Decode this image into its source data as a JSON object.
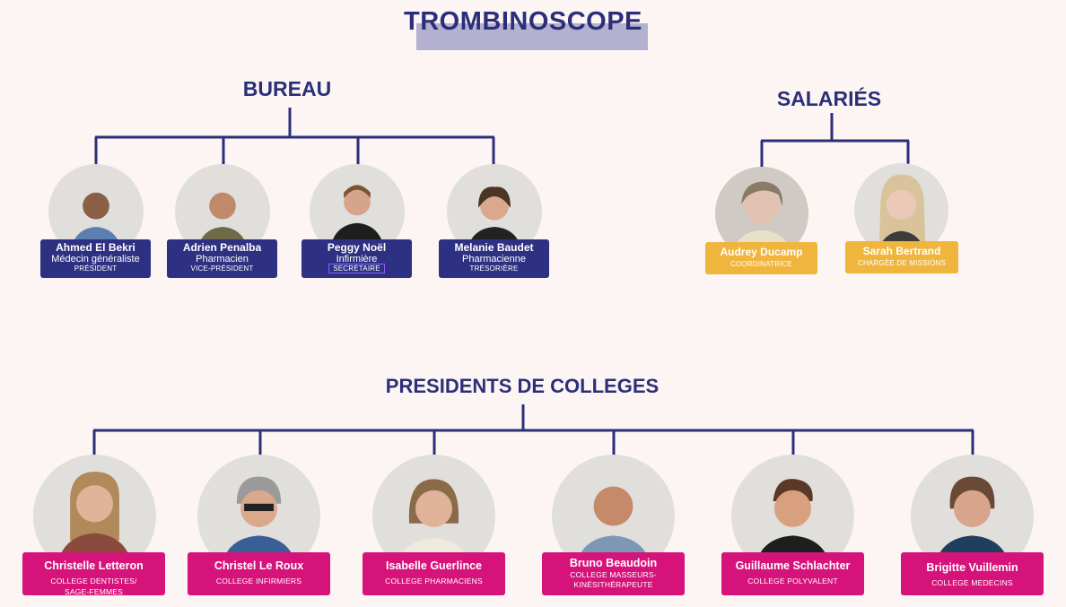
{
  "title": "TROMBINOSCOPE",
  "colors": {
    "navy": "#2b2f7a",
    "card_navy": "#2e3182",
    "gold": "#f0b53c",
    "magenta": "#d6137a",
    "avatar_bg": "#e1dfdc"
  },
  "bureau": {
    "title": "BUREAU",
    "members": [
      {
        "name": "Ahmed El Bekri",
        "job": "Médecin généraliste",
        "role": "PRÉSIDENT"
      },
      {
        "name": "Adrien Penalba",
        "job": "Pharmacien",
        "role": "VICE-PRÉSIDENT"
      },
      {
        "name": "Peggy Noël",
        "job": "Infirmière",
        "role": "SECRÉTAIRE"
      },
      {
        "name": "Melanie Baudet",
        "job": "Pharmacienne",
        "role": "TRÉSORIÈRE"
      }
    ]
  },
  "salaries": {
    "title": "SALARIÉS",
    "members": [
      {
        "name": "Audrey Ducamp",
        "role": "COORDINATRICE"
      },
      {
        "name": "Sarah Bertrand",
        "role": "CHARGÉE DE MISSIONS"
      }
    ]
  },
  "colleges": {
    "title": "PRESIDENTS DE COLLEGES",
    "members": [
      {
        "name": "Christelle Letteron",
        "role_line1": "COLLEGE DENTISTES/",
        "role_line2": "SAGE-FEMMES"
      },
      {
        "name": "Christel Le Roux",
        "role_line1": "COLLEGE INFIRMIERS",
        "role_line2": ""
      },
      {
        "name": "Isabelle Guerlince",
        "role_line1": "COLLEGE PHARMACIENS",
        "role_line2": ""
      },
      {
        "name": "Bruno Beaudoin",
        "role_line1": "COLLEGE MASSEURS-",
        "role_line2": "KINÉSITHÉRAPEUTE"
      },
      {
        "name": "Guillaume Schlachter",
        "role_line1": "COLLEGE POLYVALENT",
        "role_line2": ""
      },
      {
        "name": "Brigitte Vuillemin",
        "role_line1": "COLLEGE MEDECINS",
        "role_line2": ""
      }
    ]
  }
}
